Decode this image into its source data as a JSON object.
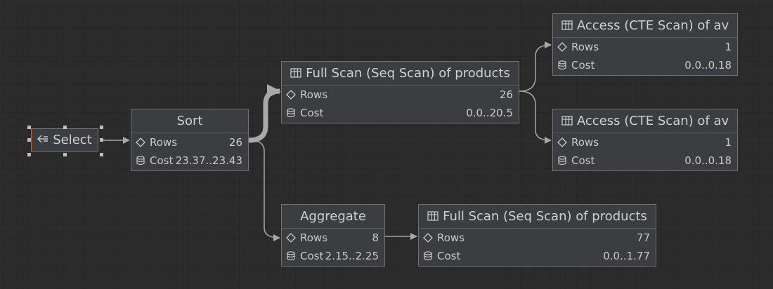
{
  "select": {
    "label": "Select",
    "icon": "arrow-left-icon"
  },
  "nodes": [
    {
      "id": "sort",
      "title": "Sort",
      "rows_label": "Rows",
      "rows": "26",
      "cost_label": "Cost",
      "cost": "23.37..23.43"
    },
    {
      "id": "fullscan1",
      "title": "Full Scan (Seq Scan) of products",
      "rows_label": "Rows",
      "rows": "26",
      "cost_label": "Cost",
      "cost": "0.0..20.5"
    },
    {
      "id": "access1",
      "title": "Access (CTE Scan) of av",
      "rows_label": "Rows",
      "rows": "1",
      "cost_label": "Cost",
      "cost": "0.0..0.18"
    },
    {
      "id": "access2",
      "title": "Access (CTE Scan) of av",
      "rows_label": "Rows",
      "rows": "1",
      "cost_label": "Cost",
      "cost": "0.0..0.18"
    },
    {
      "id": "aggregate",
      "title": "Aggregate",
      "rows_label": "Rows",
      "rows": "8",
      "cost_label": "Cost",
      "cost": "2.15..2.25"
    },
    {
      "id": "fullscan2",
      "title": "Full Scan (Seq Scan) of products",
      "rows_label": "Rows",
      "rows": "77",
      "cost_label": "Cost",
      "cost": "0.0..1.77"
    }
  ],
  "colors": {
    "background": "#2b2b2b",
    "node": "#3b3d40",
    "border": "#6f7173",
    "selected_border": "#c9632a",
    "edge": "#a8a8a8"
  }
}
